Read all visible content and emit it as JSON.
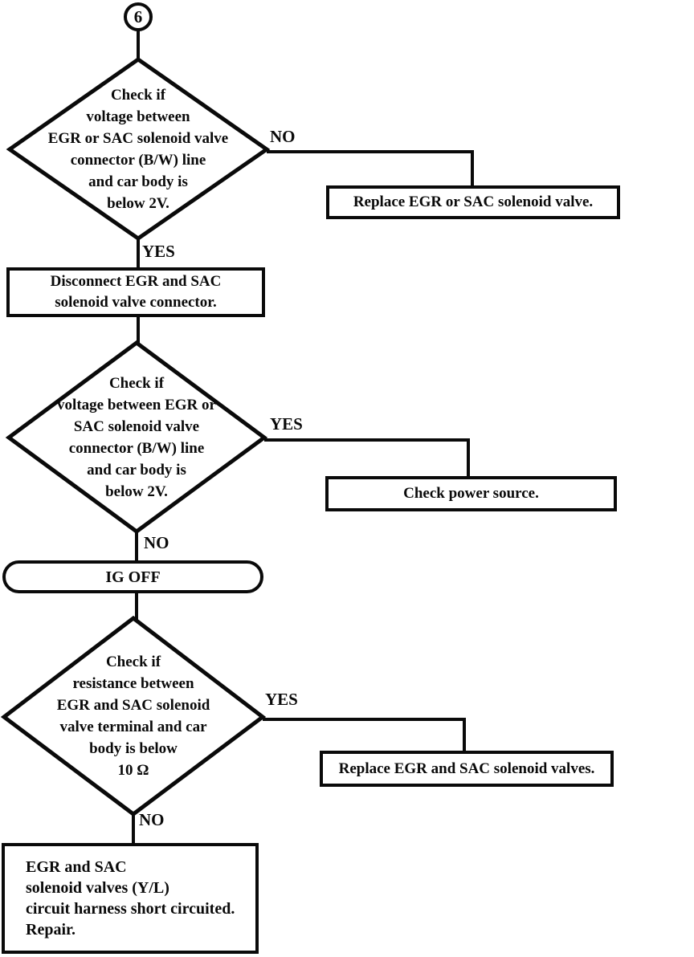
{
  "style": {
    "ink_color": "#0a0a0a",
    "background_color": "#ffffff"
  },
  "flowchart": {
    "connector_label": "6",
    "nodes": {
      "decision1": {
        "type": "decision",
        "text": "Check if\nvoltage between\nEGR or SAC solenoid valve\nconnector (B/W) line\nand car body is\nbelow 2V."
      },
      "action_replace_or": {
        "type": "process",
        "text": "Replace EGR or SAC solenoid valve."
      },
      "action_disconnect": {
        "type": "process",
        "text": "Disconnect EGR and SAC\nsolenoid valve connector."
      },
      "decision2": {
        "type": "decision",
        "text": "Check if\nvoltage between EGR or\nSAC solenoid valve\nconnector (B/W) line\nand car body is\nbelow 2V."
      },
      "action_check_power": {
        "type": "process",
        "text": "Check power source."
      },
      "terminator_ig_off": {
        "type": "terminator",
        "text": "IG OFF"
      },
      "decision3": {
        "type": "decision",
        "text": "Check if\nresistance between\nEGR and  SAC solenoid\nvalve terminal and car\nbody is below\n10 Ω"
      },
      "action_replace_and": {
        "type": "process",
        "text": "Replace EGR and SAC solenoid valves."
      },
      "action_repair": {
        "type": "process",
        "text": "EGR and SAC\nsolenoid valves (Y/L)\ncircuit harness short circuited.\nRepair."
      }
    },
    "edge_labels": {
      "no1": "NO",
      "yes1": "YES",
      "yes2": "YES",
      "no2": "NO",
      "yes3": "YES",
      "no3": "NO"
    }
  }
}
